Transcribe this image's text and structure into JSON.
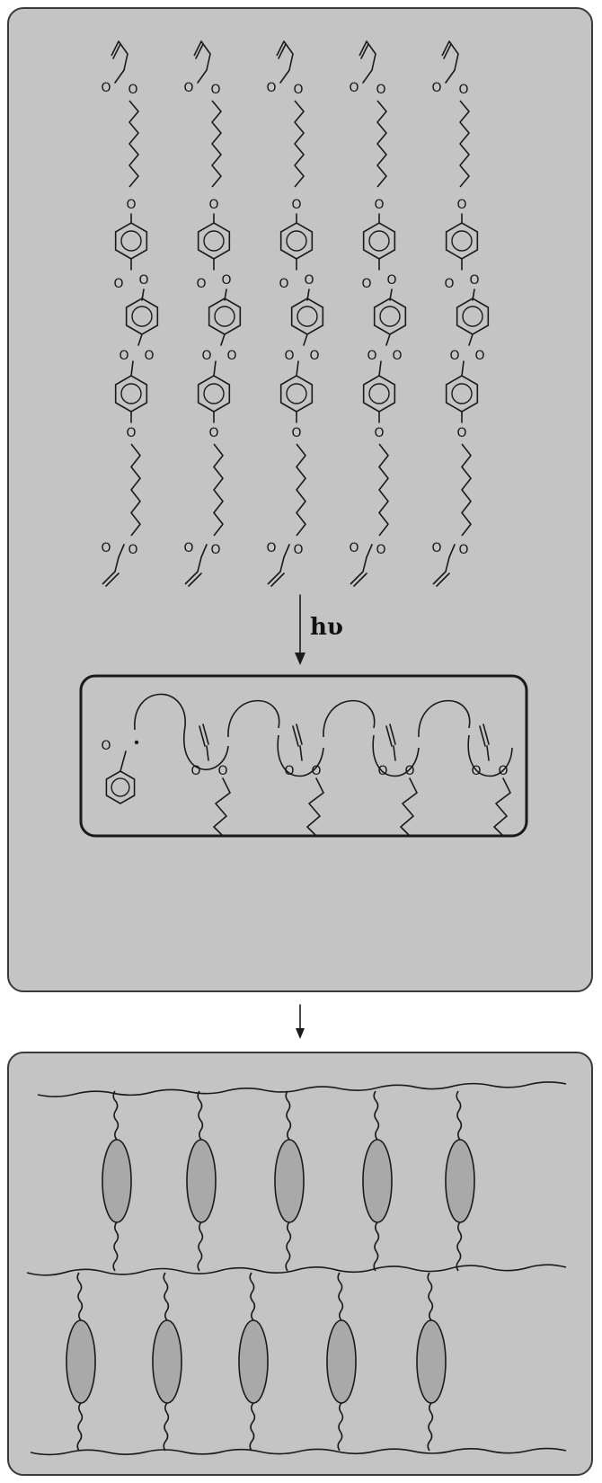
{
  "diagram": {
    "monomer_count": 5,
    "irradiation_label": "hυ",
    "atom_labels": {
      "oxygen": "O"
    },
    "network_rows": 2,
    "mesogens_per_row": 5,
    "colors": {
      "panel_fill": "#c4c4c4",
      "panel_border": "#3a3a3a",
      "stroke": "#1a1a1a",
      "mesogen_fill": "#a9a9a9"
    }
  }
}
